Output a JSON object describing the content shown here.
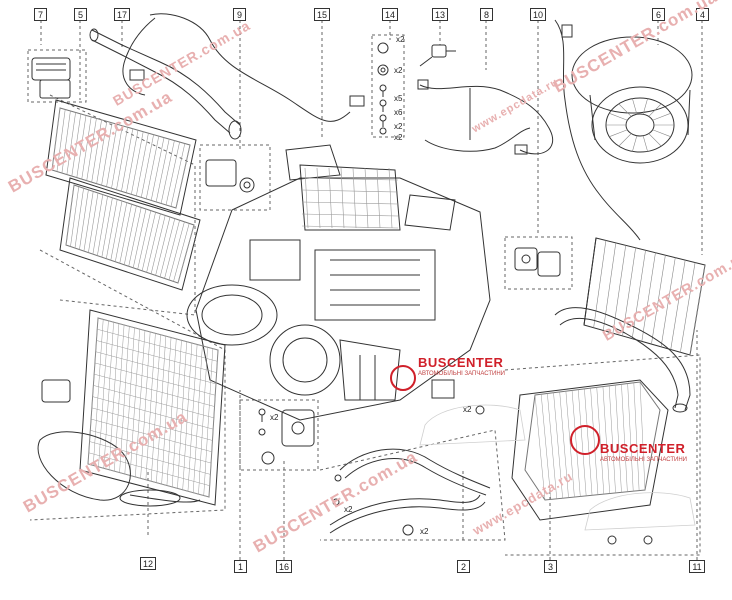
{
  "callouts": {
    "c7": "7",
    "c5": "5",
    "c17": "17",
    "c9": "9",
    "c15": "15",
    "c14": "14",
    "c13": "13",
    "c8": "8",
    "c10": "10",
    "c6": "6",
    "c4": "4",
    "c12": "12",
    "c1": "1",
    "c16": "16",
    "c2": "2",
    "c3": "3",
    "c11": "11"
  },
  "multipliers": {
    "m14a": "x2",
    "m14b": "x2",
    "m14c": "x5",
    "m14d": "x6",
    "m14e": "x2",
    "m14f": "x2",
    "m16": "x2",
    "m2a": "x2",
    "m2b": "x2",
    "m3": "x2"
  },
  "watermarks": {
    "w1": "BUSCENTER.com.ua",
    "w2": "BUSCENTER.com.ua",
    "w3": "BUSCENTER.com.ua",
    "w4": "BUSCENTER.com.ua",
    "w5": "BUSCENTER.com.ua",
    "w6": "BUSCENTER.com.ua",
    "w7": "www.epcdata.ru",
    "w8": "www.epcdata.ru"
  },
  "logos": [
    {
      "name": "BUSCENTER",
      "tagline": "АВТОМОБІЛЬНІ ЗАПЧАСТИНИ"
    },
    {
      "name": "BUSCENTER",
      "tagline": "АВТОМОБІЛЬНІ ЗАПЧАСТИНИ"
    }
  ],
  "colors": {
    "line": "#333333",
    "watermark": "#e8b0b0",
    "brand": "#d0202a"
  }
}
